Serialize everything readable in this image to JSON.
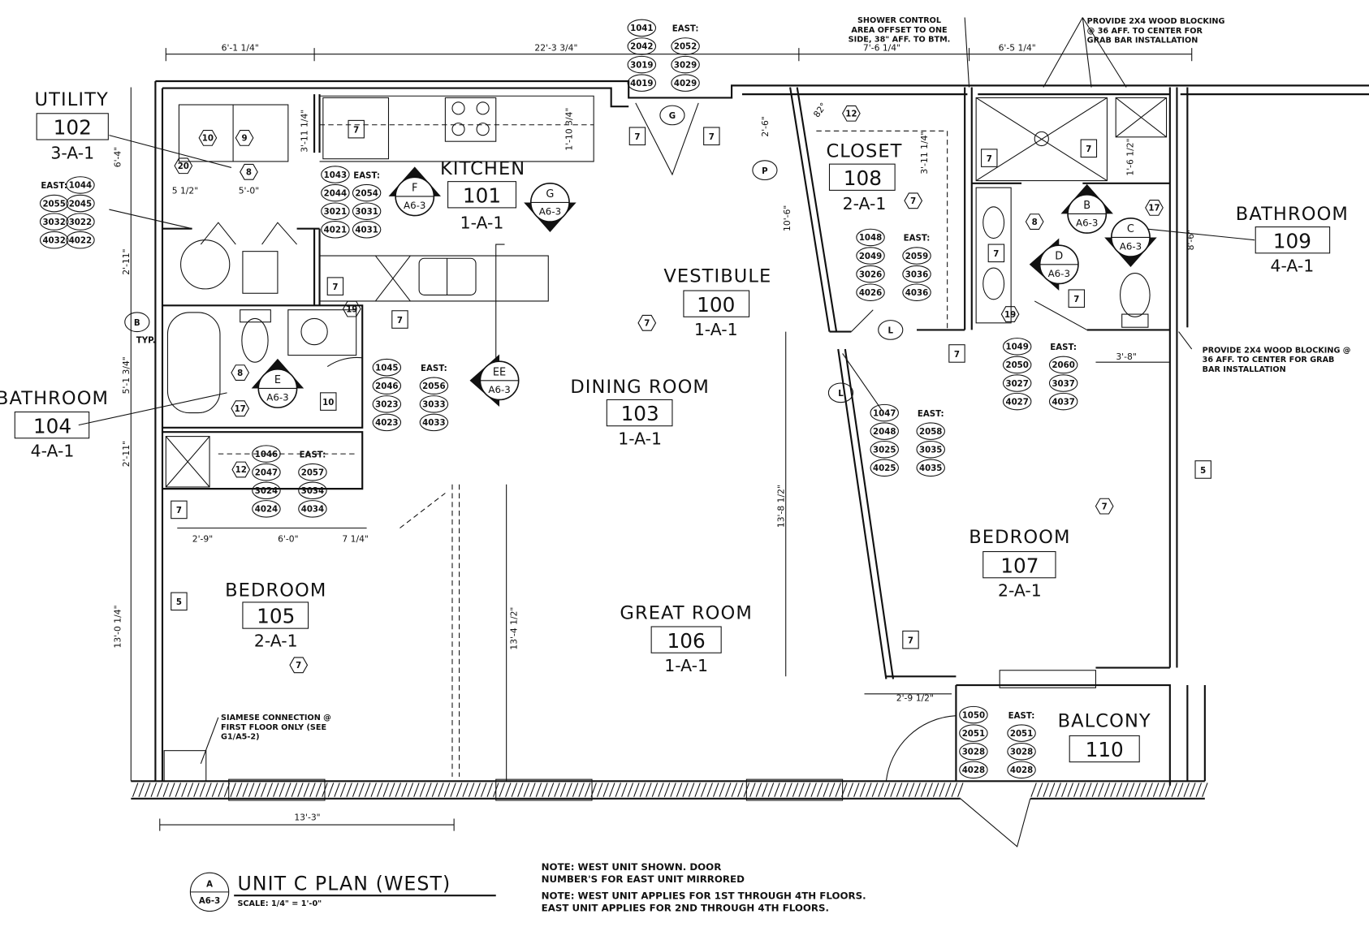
{
  "title": {
    "marker_letter": "A",
    "marker_sheet": "A6-3",
    "text": "UNIT C PLAN (WEST)",
    "scale": "SCALE: 1/4\" = 1'-0\""
  },
  "notes": [
    "NOTE: WEST UNIT SHOWN. DOOR",
    "NUMBER'S FOR EAST UNIT MIRRORED",
    "NOTE: WEST UNIT APPLIES FOR 1ST THROUGH 4TH FLOORS.",
    "EAST UNIT APPLIES FOR 2ND THROUGH 4TH FLOORS."
  ],
  "callouts": {
    "shower": [
      "SHOWER CONTROL",
      "AREA OFFSET TO ONE",
      "SIDE, 38\" AFF. TO BTM."
    ],
    "blocking_top": [
      "PROVIDE 2X4 WOOD BLOCKING",
      "@ 36 AFF. TO CENTER FOR",
      "GRAB BAR INSTALLATION"
    ],
    "blocking_bottom": [
      "PROVIDE 2X4 WOOD BLOCKING @",
      "36 AFF. TO CENTER FOR GRAB",
      "BAR INSTALLATION"
    ],
    "siamese": [
      "SIAMESE CONNECTION @",
      "FIRST FLOOR ONLY (SEE",
      "G1/A5-2)"
    ]
  },
  "rooms": [
    {
      "name": "VESTIBULE",
      "number": "100",
      "code": "1-A-1"
    },
    {
      "name": "KITCHEN",
      "number": "101",
      "code": "1-A-1"
    },
    {
      "name": "UTILITY",
      "number": "102",
      "code": "3-A-1"
    },
    {
      "name": "DINING ROOM",
      "number": "103",
      "code": "1-A-1"
    },
    {
      "name": "BATHROOM",
      "number": "104",
      "code": "4-A-1"
    },
    {
      "name": "BEDROOM",
      "number": "105",
      "code": "2-A-1"
    },
    {
      "name": "GREAT ROOM",
      "number": "106",
      "code": "1-A-1"
    },
    {
      "name": "BEDROOM",
      "number": "107",
      "code": "2-A-1"
    },
    {
      "name": "CLOSET",
      "number": "108",
      "code": "2-A-1"
    },
    {
      "name": "BATHROOM",
      "number": "109",
      "code": "4-A-1"
    },
    {
      "name": "BALCONY",
      "number": "110"
    }
  ],
  "dimensions": [
    "6'-1 1/4\"",
    "22'-3 3/4\"",
    "7'-6 1/4\"",
    "6'-5 1/4\"",
    "3'-11 1/4\"",
    "6'-4\"",
    "5 1/2\"",
    "5'-0\"",
    "2'-11\"",
    "5'-1 3/4\"",
    "2'-11\"",
    "1'-10 3/4\"",
    "2'-6\"",
    "3'-11 1/4\"",
    "10'-6\"",
    "1'-6 1/2\"",
    "8'-6\"",
    "3'-8\"",
    "2'-9\"",
    "6'-0\"",
    "7 1/4\"",
    "13'-0 1/4\"",
    "13'-4 1/2\"",
    "13'-8 1/2\"",
    "2'-9 1/2\"",
    "13'-3\"",
    "82°"
  ],
  "door_tag_groups": [
    {
      "west": [
        "1041",
        "2042",
        "3019",
        "4019"
      ],
      "east_label": "EAST:",
      "east": [
        "2052",
        "3029",
        "4029"
      ]
    },
    {
      "west": [
        "1044",
        "2045",
        "3022",
        "4022"
      ],
      "east_label": "EAST:",
      "east": [
        "2055",
        "3032",
        "4032"
      ]
    },
    {
      "west": [
        "1043",
        "2044",
        "3021",
        "4021"
      ],
      "east_label": "EAST:",
      "east": [
        "2054",
        "3031",
        "4031"
      ]
    },
    {
      "west": [
        "1045",
        "2046",
        "3023",
        "4023"
      ],
      "east_label": "EAST:",
      "east": [
        "2056",
        "3033",
        "4033"
      ]
    },
    {
      "west": [
        "1046",
        "2047",
        "3024",
        "4024"
      ],
      "east_label": "EAST:",
      "east": [
        "2057",
        "3034",
        "4034"
      ]
    },
    {
      "west": [
        "1048",
        "2049",
        "3026",
        "4026"
      ],
      "east_label": "EAST:",
      "east": [
        "2059",
        "3036",
        "4036"
      ]
    },
    {
      "west": [
        "1049",
        "2050",
        "3027",
        "4027"
      ],
      "east_label": "EAST:",
      "east": [
        "2060",
        "3037",
        "4037"
      ]
    },
    {
      "west": [
        "1047",
        "2048",
        "3025",
        "4025"
      ],
      "east_label": "EAST:",
      "east": [
        "2058",
        "3035",
        "4035"
      ]
    },
    {
      "west": [
        "1050",
        "2051",
        "3028",
        "4028"
      ],
      "east_label": "EAST:",
      "east": [
        "2051",
        "3028",
        "4028"
      ]
    }
  ],
  "section_markers": [
    {
      "letter": "F",
      "sheet": "A6-3"
    },
    {
      "letter": "G",
      "sheet": "A6-3"
    },
    {
      "letter": "E",
      "sheet": "A6-3"
    },
    {
      "letter": "EE",
      "sheet": "A6-3"
    },
    {
      "letter": "B",
      "sheet": "A6-3"
    },
    {
      "letter": "C",
      "sheet": "A6-3"
    },
    {
      "letter": "D",
      "sheet": "A6-3"
    }
  ],
  "keynotes_hex": [
    "10",
    "9",
    "20",
    "8",
    "19",
    "8",
    "17",
    "7",
    "12",
    "7",
    "8",
    "17",
    "19",
    "7",
    "7",
    "12"
  ],
  "keynotes_square": [
    "7",
    "7",
    "7",
    "7",
    "7",
    "7",
    "7",
    "7",
    "7",
    "7",
    "7",
    "7",
    "10",
    "5",
    "5"
  ],
  "door_circles": [
    "L",
    "L",
    "P",
    "G",
    "B"
  ],
  "typ_label": "TYP."
}
